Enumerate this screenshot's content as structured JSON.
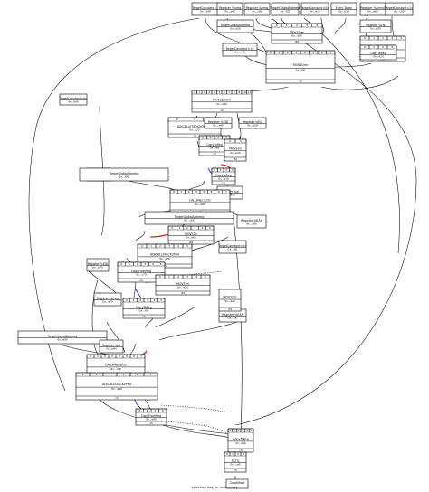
{
  "caption": "selection dag for main:entry",
  "colors": {
    "chain_edge": "#e00000",
    "glue_edge": "#1f3fd0",
    "node_stroke": "#000000",
    "background": "#ffffff"
  },
  "nodes": {
    "n01": {
      "title": "TargetConstant<>",
      "sub": "0x...d40"
    },
    "n02": {
      "title": "Register %vreg",
      "sub": "0x...a40"
    },
    "n03": {
      "title": "Register %vreg",
      "sub": "0x...c80"
    },
    "n04": {
      "title": "TargetGlobalAddress",
      "sub": "0x...f20"
    },
    "n05": {
      "title": "TargetConstant<0>",
      "sub": "0x...e10"
    },
    "n06": {
      "title": "Entry Token",
      "sub": "0x...b30"
    },
    "n07": {
      "title": "Register %xmm0",
      "sub": "0x...a60"
    },
    "n08": {
      "title": "TargetConstant<1>",
      "sub": "0x...c00"
    },
    "n09": {
      "title": "MOV32rm",
      "sub": "0x...d80",
      "footer": "i64"
    },
    "n10": {
      "title": "TargetGlobalAddress",
      "sub": "0x...a10"
    },
    "n11": {
      "title": "Register %rip",
      "sub": "0x...b90"
    },
    "n12": {
      "title": "CopyToReg",
      "sub": "0x...e80",
      "footer": "ch"
    },
    "n13": {
      "title": "TargetConstant<1>",
      "sub": "0x...c40"
    },
    "n14": {
      "title": "MOVSDmr",
      "sub": "0x...f00",
      "footer": "ch"
    },
    "n15": {
      "title": "CopyToReg",
      "sub": "0x...d20",
      "footer": "ch"
    },
    "n16": {
      "title": "MOVSDmrm",
      "sub": "0x...a80",
      "footer": "ch"
    },
    "n17": {
      "title": "TargetConstant<0>",
      "sub": "0x...b40"
    },
    "n18": {
      "title": "ADJCALLSTACKDOWN64",
      "sub": "0x...c20",
      "footer": "ch"
    },
    "n19": {
      "title": "Register %EDI",
      "sub": "0x...e40"
    },
    "n20": {
      "title": "CopyToReg",
      "sub": "0x...f40",
      "footer": "ch"
    },
    "n21": {
      "title": "Register %ESI",
      "sub": "0x...a20"
    },
    "n22": {
      "title": "MOV32ri",
      "sub": "0x...b20",
      "footer": "i32"
    },
    "n23": {
      "title": "Register %rax",
      "sub": "0x...d10"
    },
    "n24": {
      "title": "CopyToReg",
      "sub": "0x...e30",
      "footer": "ch"
    },
    "n25": {
      "title": "TargetGlobalAddress",
      "sub": "0x...f30"
    },
    "n26": {
      "title": "Register %al",
      "sub": "0x...a30"
    },
    "n27": {
      "title": "CALL64pcrel32",
      "sub": "0x...b60",
      "footer": "ch"
    },
    "n28": {
      "title": "TargetGlobalAddress",
      "sub": "0x...c60"
    },
    "n29": {
      "title": "Register %EAX",
      "sub": "0x...d60"
    },
    "n30": {
      "title": "MOV32ri",
      "sub": "0x...e60",
      "footer": "i32"
    },
    "n31": {
      "title": "TargetConstant<0>",
      "sub": "0x...f60"
    },
    "n32": {
      "title": "ADJCALLSTACKUP64",
      "sub": "0x...a70",
      "footer": "ch"
    },
    "n33": {
      "title": "Register %EDI",
      "sub": "0x...b70"
    },
    "n34": {
      "title": "CopyFromReg",
      "sub": "0x...c70",
      "footer": "ch"
    },
    "n35": {
      "title": "MOV32ri",
      "sub": "0x...d70",
      "footer": "i32"
    },
    "n36": {
      "title": "Register %vreg",
      "sub": "0x...e70"
    },
    "n37": {
      "title": "CopyToReg",
      "sub": "0x...f70",
      "footer": "ch"
    },
    "n38": {
      "title": "TargetGlobalAddress",
      "sub": "0x...a90"
    },
    "n39": {
      "title": "Register %al",
      "sub": "0x...b90"
    },
    "n40": {
      "title": "CALL64pcrel32",
      "sub": "0x...c90",
      "footer": "ch"
    },
    "n41": {
      "title": "ADJCALLSTACKUP64",
      "sub": "0x...d90",
      "footer": "ch"
    },
    "n42": {
      "title": "CopyFromReg",
      "sub": "0x...e90",
      "footer": "ch"
    },
    "n43": {
      "title": "Register %EAX",
      "sub": "0x...f90"
    },
    "n44": {
      "title": "MOV32r0",
      "sub": "0x...aa0",
      "footer": "i32"
    },
    "n45": {
      "title": "CopyToReg",
      "sub": "0x...ba0",
      "footer": "ch"
    },
    "n46": {
      "title": "RETQ",
      "sub": "0x...ca0",
      "footer": "ch"
    },
    "n47": {
      "title": "GraphRoot",
      "sub": ""
    }
  }
}
